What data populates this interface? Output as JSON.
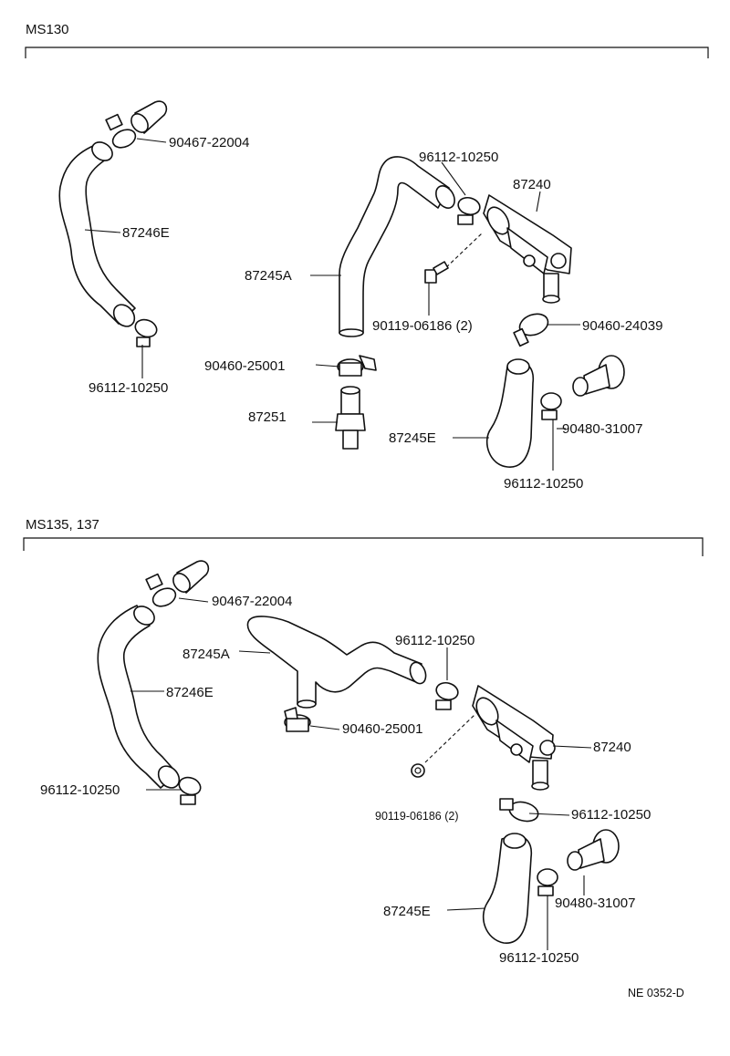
{
  "sections": [
    {
      "title": "MS130"
    },
    {
      "title": "MS135, 137"
    }
  ],
  "parts_top": {
    "clamp_upper": "90467-22004",
    "hose_left": "87246E",
    "clamp_left_lower": "96112-10250",
    "clamp_right_upper": "96112-10250",
    "valve": "87240",
    "hose_center": "87245A",
    "bolt": "90119-06186 (2)",
    "clamp_right": "90460-24039",
    "clamp_center": "90460-25001",
    "grommet": "90480-31007",
    "fitting": "87251",
    "hose_lower": "87245E",
    "clamp_lower": "96112-10250"
  },
  "parts_bottom": {
    "clamp_upper": "90467-22004",
    "hose_center": "87245A",
    "clamp_right_upper": "96112-10250",
    "hose_left": "87246E",
    "clamp_center": "90460-25001",
    "valve": "87240",
    "clamp_left_lower": "96112-10250",
    "bolt": "90119-06186 (2)",
    "clamp_right": "96112-10250",
    "grommet": "90480-31007",
    "hose_lower": "87245E",
    "clamp_lower": "96112-10250"
  },
  "footer": {
    "code": "NE  0352-D"
  }
}
